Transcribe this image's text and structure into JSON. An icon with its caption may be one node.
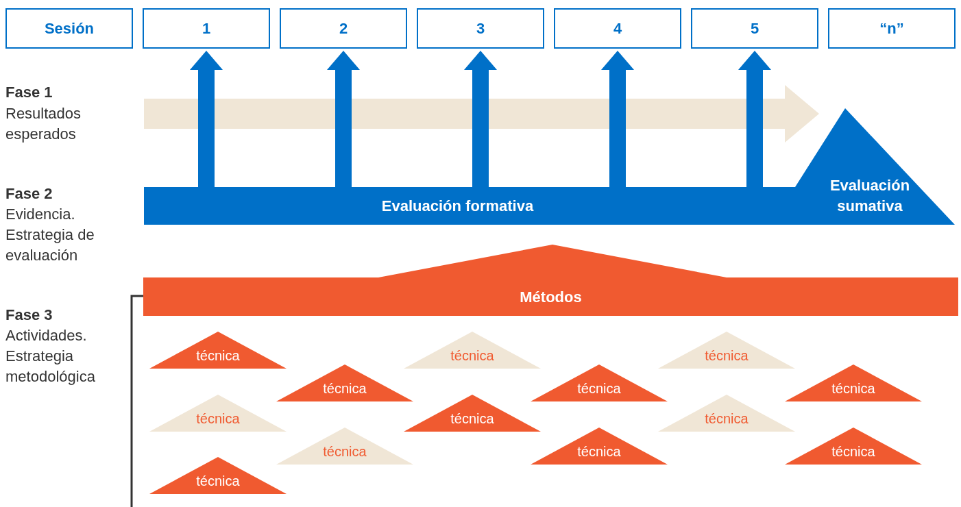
{
  "diagram": {
    "nodes": [
      {
        "text": [
          "Sesión"
        ]
      },
      {
        "text": [
          "1"
        ]
      },
      {
        "text": [
          "2"
        ]
      },
      {
        "text": [
          "3"
        ]
      },
      {
        "text": [
          "4"
        ]
      },
      {
        "text": [
          "5"
        ]
      },
      {
        "text": [
          "“n”"
        ]
      },
      {
        "text": [
          "Evaluación formativa"
        ]
      },
      {
        "text": [
          "Evaluación sumativa"
        ]
      },
      {
        "text": [
          "Métodos"
        ]
      },
      {
        "text": [
          "técnica"
        ]
      },
      {
        "text": [
          "técnica"
        ]
      },
      {
        "text": [
          "técnica"
        ]
      },
      {
        "text": [
          "técnica"
        ]
      },
      {
        "text": [
          "técnica"
        ]
      },
      {
        "text": [
          "técnica"
        ]
      },
      {
        "text": [
          "técnica"
        ]
      },
      {
        "text": [
          "técnica"
        ]
      },
      {
        "text": [
          "técnica"
        ]
      },
      {
        "text": [
          "técnica"
        ]
      },
      {
        "text": [
          "técnica"
        ]
      },
      {
        "text": [
          "técnica"
        ]
      },
      {
        "text": [
          "técnica"
        ]
      }
    ],
    "edges": [
      {
        "from": 7,
        "to": 1,
        "arrow": "to"
      },
      {
        "from": 7,
        "to": 2,
        "arrow": "to"
      },
      {
        "from": 7,
        "to": 3,
        "arrow": "to"
      },
      {
        "from": 7,
        "to": 4,
        "arrow": "to"
      },
      {
        "from": 7,
        "to": 5,
        "arrow": "to"
      }
    ],
    "labels": [
      "Fase 1",
      "Resultados esperados",
      "Fase 2",
      "Evidencia. Estrategia de evaluación",
      "Fase 3",
      "Actividades. Estrategia metodológica"
    ]
  }
}
